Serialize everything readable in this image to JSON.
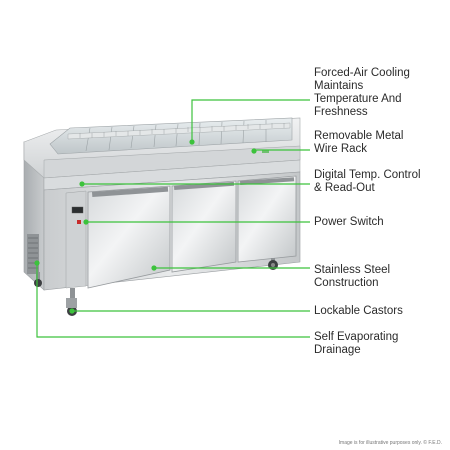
{
  "accent_color": "#3cc23c",
  "features": [
    {
      "label": "Forced-Air Cooling\nMaintains\nTemperature And\nFreshness"
    },
    {
      "label": "Removable Metal\nWire Rack"
    },
    {
      "label": "Digital Temp. Control\n& Read-Out"
    },
    {
      "label": "Power Switch"
    },
    {
      "label": "Stainless Steel\nConstruction"
    },
    {
      "label": "Lockable Castors"
    },
    {
      "label": "Self Evaporating\nDrainage"
    }
  ],
  "caption": "Image is for illustrative purposes only. © F.E.D.",
  "product": {
    "type": "stainless-steel-refrigerated-prep-counter",
    "doors": 3
  }
}
